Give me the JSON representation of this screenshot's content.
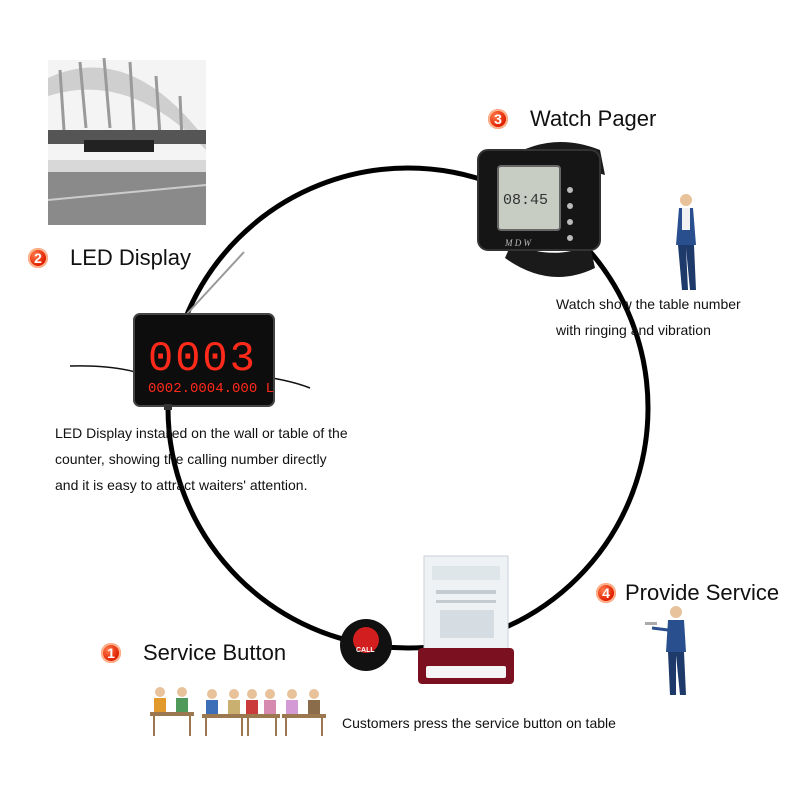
{
  "steps": [
    {
      "num": "1",
      "title": "Service Button",
      "description": "Customers press the service button on table"
    },
    {
      "num": "2",
      "title": "LED Display",
      "description_lines": [
        "LED Display installed on the wall or table of the",
        "counter, showing the calling number directly",
        "and it is easy to attract waiters' attention."
      ]
    },
    {
      "num": "3",
      "title": "Watch Pager",
      "description_lines": [
        "Watch show the table number",
        "with ringing and vibration"
      ]
    },
    {
      "num": "4",
      "title": "Provide Service"
    }
  ],
  "led_display": {
    "main_digits": "0003",
    "sub_digits": "0002.0004.000 L"
  },
  "watch": {
    "screen_text": "08:45",
    "brand": "M D W"
  },
  "service_button": {
    "label": "CALL"
  },
  "colors": {
    "step_badge": "#e01e00",
    "led_red": "#ff2a1a",
    "cycle_line": "#000000"
  }
}
